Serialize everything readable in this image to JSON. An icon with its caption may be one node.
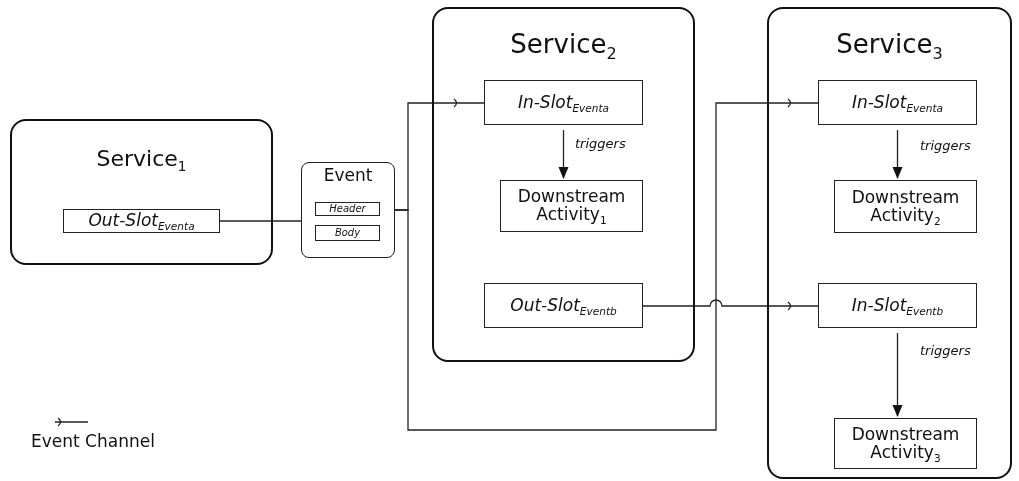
{
  "diagram": {
    "nodes": [
      {
        "text": [
          "Service$_{1}$"
        ]
      },
      {
        "text": [
          "Out-Slot$_{Event}$$_{a}$"
        ],
        "in": 0
      },
      {
        "text": [
          "Event"
        ]
      },
      {
        "text": [
          "Header"
        ],
        "in": 2
      },
      {
        "text": [
          "Body"
        ],
        "in": 2
      },
      {
        "text": [
          "Service$_{2}$"
        ]
      },
      {
        "text": [
          "In-Slot$_{Event}$$_{a}$"
        ],
        "in": 5
      },
      {
        "text": [
          "Downstream Activity$_{1}$"
        ],
        "in": 5
      },
      {
        "text": [
          "Out-Slot$_{Event}$$_{b}$"
        ],
        "in": 5
      },
      {
        "text": [
          "Service$_{3}$"
        ]
      },
      {
        "text": [
          "In-Slot$_{Event}$$_{a}$"
        ],
        "in": 9
      },
      {
        "text": [
          "Downstream Activity$_{2}$"
        ],
        "in": 9
      },
      {
        "text": [
          "In-Slot$_{Event}$$_{b}$"
        ],
        "in": 9
      },
      {
        "text": [
          "Downstream Activity$_{3}$"
        ],
        "in": 9
      }
    ],
    "edges": [
      {
        "from": 1,
        "to": 2,
        "arrow": "none"
      },
      {
        "from": 2,
        "to": 6,
        "arrow": "other"
      },
      {
        "from": 2,
        "to": 10,
        "arrow": "other"
      },
      {
        "from": 8,
        "to": 12,
        "arrow": "other"
      },
      {
        "from": 6,
        "to": 7,
        "arrow": "to",
        "label": "triggers"
      },
      {
        "from": 10,
        "to": 11,
        "arrow": "to",
        "label": "triggers"
      },
      {
        "from": 12,
        "to": 13,
        "arrow": "to",
        "label": "triggers"
      }
    ],
    "legend": [
      {
        "text": "Event Channel"
      }
    ]
  }
}
